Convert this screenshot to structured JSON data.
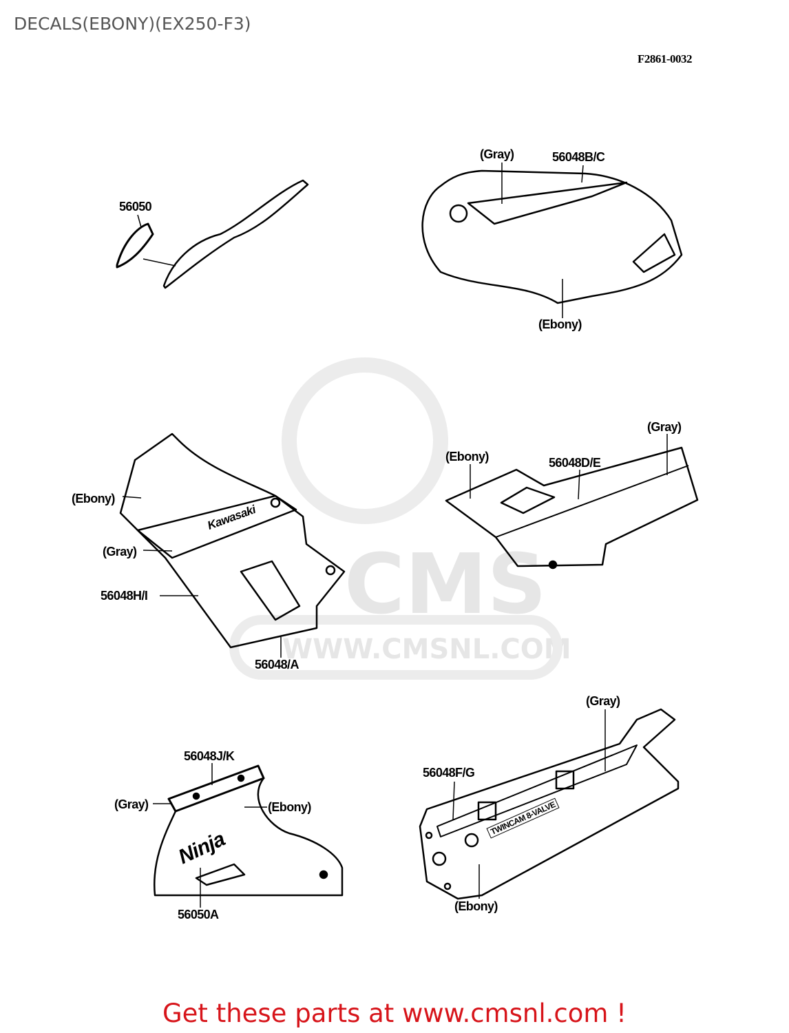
{
  "title": "DECALS(EBONY)(EX250-F3)",
  "reference_code": "F2861-0032",
  "watermark": {
    "logo_text": "CMS",
    "url_text": "WWW.CMSNL.COM"
  },
  "footer": {
    "text": "Get these parts at www.cmsnl.com !",
    "color": "#d7141a"
  },
  "parts": {
    "seat_cowl": {
      "part_number": "56050"
    },
    "fuel_tank": {
      "color_gray": "(Gray)",
      "part_number": "56048B/C",
      "color_ebony": "(Ebony)"
    },
    "side_cover": {
      "color_ebony": "(Ebony)",
      "part_number": "56048D/E",
      "color_gray": "(Gray)"
    },
    "upper_fairing": {
      "color_ebony": "(Ebony)",
      "color_gray": "(Gray)",
      "part_number_hi": "56048H/I",
      "part_number_a": "56048/A",
      "logo_text": "Kawasaki"
    },
    "lower_fairing": {
      "part_number_jk": "56048J/K",
      "color_gray": "(Gray)",
      "color_ebony": "(Ebony)",
      "part_number_50a": "56050A",
      "logo_text": "Ninja"
    },
    "side_panel": {
      "part_number": "56048F/G",
      "color_gray": "(Gray)",
      "color_ebony": "(Ebony)",
      "emblem_text": "TWINCAM 8-VALVE"
    }
  }
}
